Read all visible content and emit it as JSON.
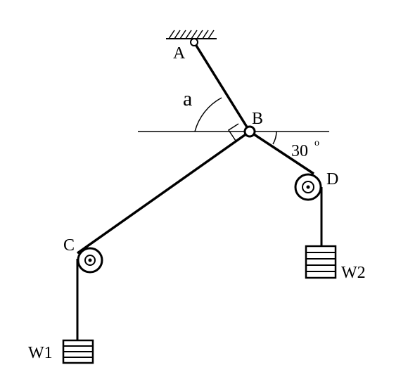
{
  "labels": {
    "point_a": "A",
    "point_b": "B",
    "point_c": "C",
    "point_d": "D",
    "angle_a": "a",
    "angle_30": "30",
    "degree_mark": "o",
    "weight_1": "W1",
    "weight_2": "W2"
  },
  "colors": {
    "ink": "#000000",
    "background": "#ffffff"
  }
}
